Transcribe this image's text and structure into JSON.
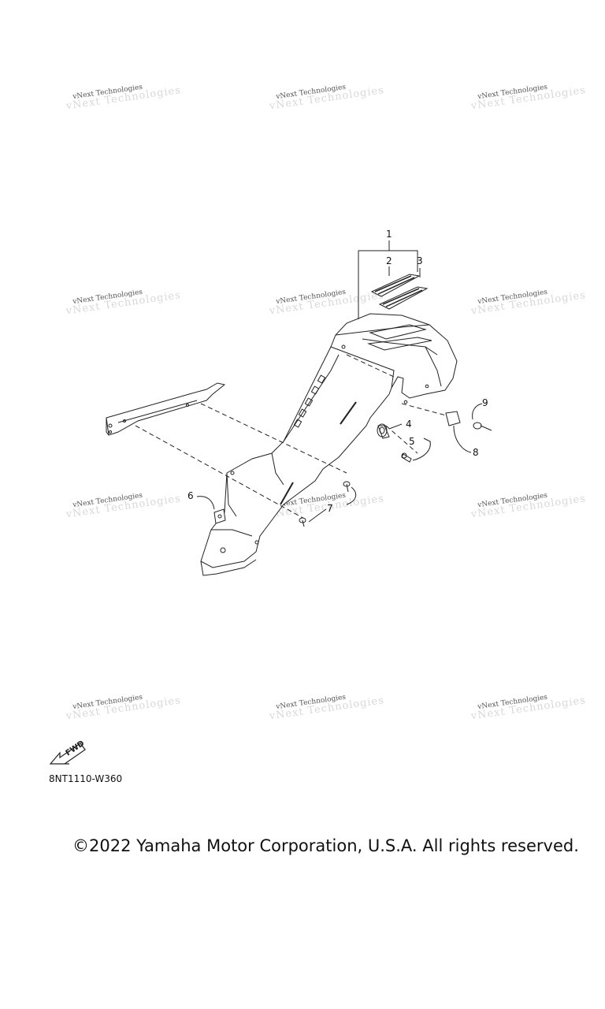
{
  "watermark": {
    "text": "vNext Technologies",
    "ghost_text": "vNext Technologies"
  },
  "callouts": {
    "c1": "1",
    "c2": "2",
    "c3": "3",
    "c4": "4",
    "c5": "5",
    "c6": "6",
    "c7": "7",
    "c8": "8",
    "c9": "9"
  },
  "fwd_label": "FWD",
  "diagram_code": "8NT1110-W360",
  "copyright": "©2022 Yamaha Motor Corporation, U.S.A. All rights reserved."
}
